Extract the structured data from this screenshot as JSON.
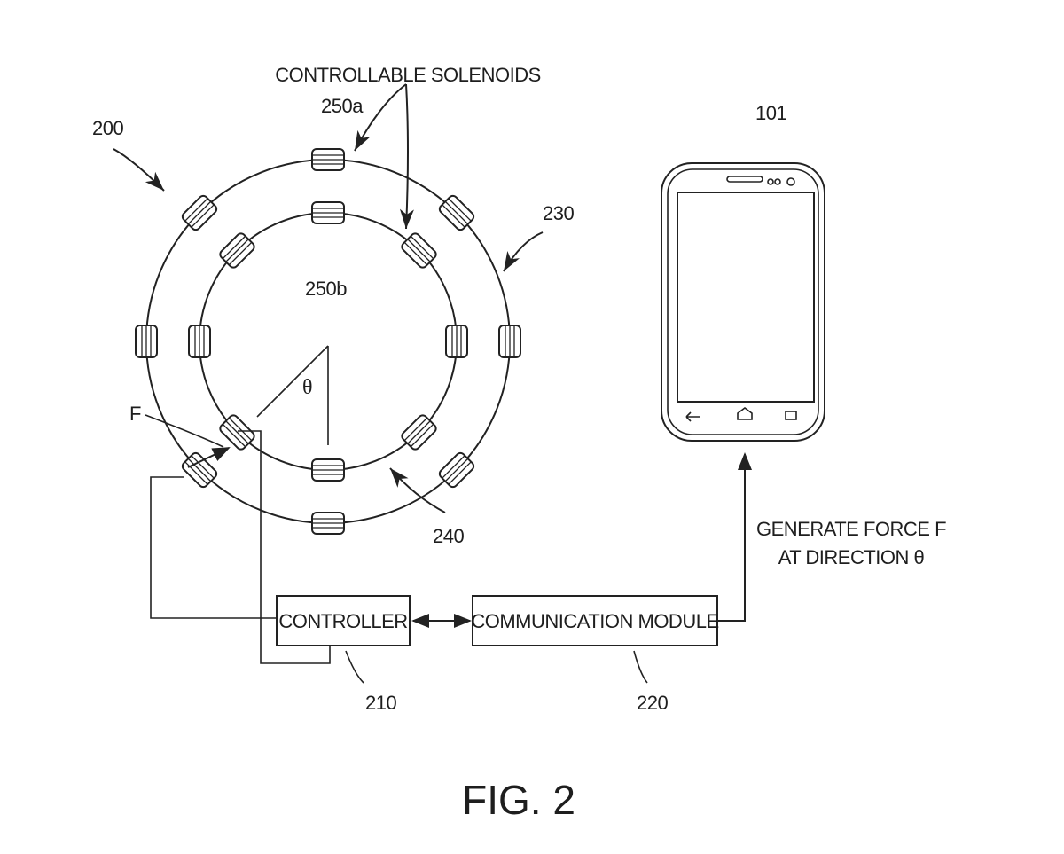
{
  "figure": {
    "caption": "FIG. 2",
    "title_label": "CONTROLLABLE SOLENOIDS",
    "refs": {
      "device": "200",
      "outer_ring": "230",
      "inner_ring": "240",
      "solenoid_outer": "250a",
      "solenoid_inner": "250b",
      "phone": "101",
      "controller": "210",
      "communication_module": "220"
    },
    "force_label": "F",
    "angle_label": "θ",
    "controller_label": "CONTROLLER",
    "comm_module_label": "COMMUNICATION MODULE",
    "signal_label_line1": "GENERATE FORCE F",
    "signal_label_line2": "AT DIRECTION θ"
  }
}
